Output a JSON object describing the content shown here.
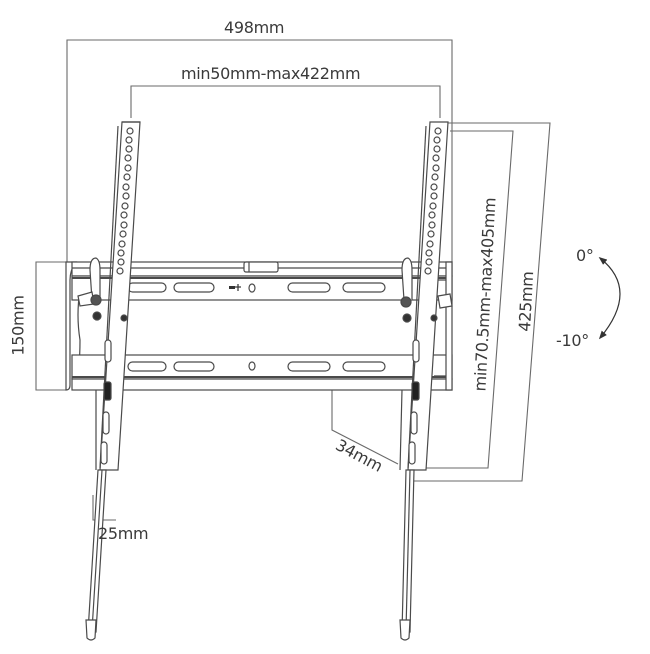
{
  "diagram": {
    "subject": "Tilting TV wall mount bracket",
    "colors": {
      "line": "#4a4a4a",
      "dim_line": "#6a6a6a",
      "text": "#3a3a3a",
      "background": "#ffffff",
      "dark_fill": "#2a2a2a"
    },
    "dimensions": {
      "overall_width": "498mm",
      "vesa_horizontal": "min50mm-max422mm",
      "plate_height": "150mm",
      "vesa_vertical": "min70.5mm-max405mm",
      "arm_height": "425mm",
      "wall_distance": "34mm",
      "arm_width": "25mm"
    },
    "tilt": {
      "top": "0°",
      "bottom": "-10°",
      "arrow": "curved-double-arrow-icon"
    },
    "parts": [
      "wall-plate",
      "left-arm",
      "right-arm",
      "safety-lock-tab",
      "level-mark"
    ]
  }
}
